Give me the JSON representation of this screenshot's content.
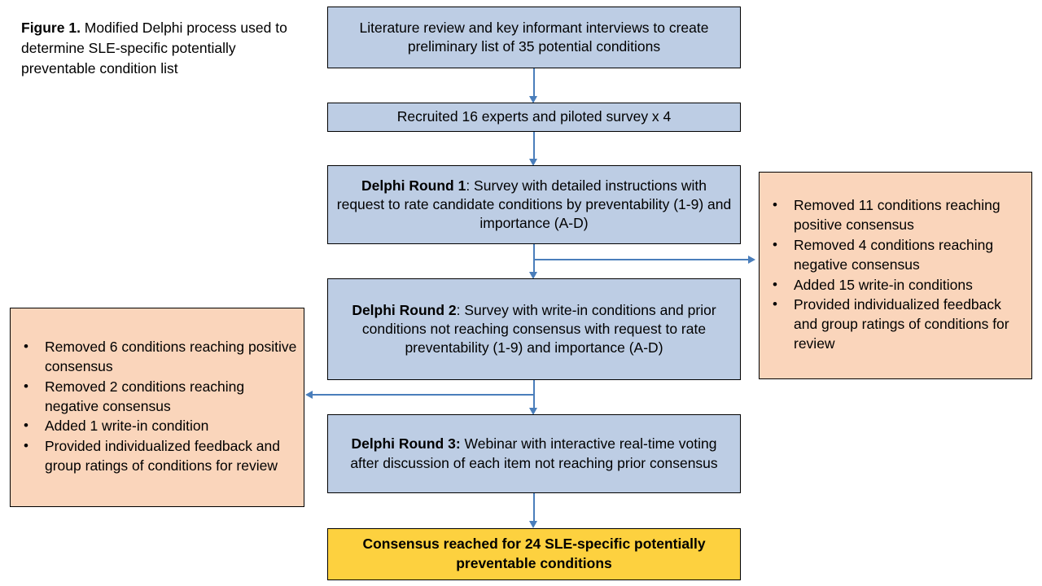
{
  "figure": {
    "caption_lead": "Figure 1.",
    "caption_rest": " Modified Delphi process used to determine SLE-specific potentially preventable condition list"
  },
  "colors": {
    "process_box_fill": "#bdcde4",
    "side_box_fill": "#fad5bb",
    "final_box_fill": "#fdd13f",
    "box_border": "#000000",
    "connector": "#4a7ebb"
  },
  "flow": {
    "step1": {
      "text": "Literature review and key informant interviews to create preliminary list of 35 potential conditions"
    },
    "step2": {
      "text": "Recruited 16 experts and piloted survey x 4"
    },
    "round1": {
      "label": "Delphi Round 1",
      "text": ": Survey with detailed instructions with request to rate candidate conditions by preventability (1-9) and importance (A-D)"
    },
    "round2": {
      "label": "Delphi Round 2",
      "text": ": Survey with write-in conditions and prior conditions not reaching consensus with request to rate preventability (1-9) and importance (A-D)"
    },
    "round3": {
      "label": "Delphi Round 3:",
      "text": " Webinar with interactive real-time voting after discussion of each item not reaching prior consensus"
    },
    "final": {
      "text": "Consensus reached for 24 SLE-specific potentially preventable conditions"
    }
  },
  "round1_outcomes": {
    "bullets": [
      "Removed 11 conditions reaching positive consensus",
      "Removed 4 conditions reaching negative consensus",
      "Added 15 write-in conditions",
      "Provided individualized feedback and group ratings of conditions for review"
    ]
  },
  "round2_outcomes": {
    "bullets": [
      "Removed 6 conditions reaching positive consensus",
      "Removed 2 conditions reaching negative consensus",
      "Added 1 write-in condition",
      "Provided individualized feedback and group ratings of conditions for review"
    ]
  }
}
